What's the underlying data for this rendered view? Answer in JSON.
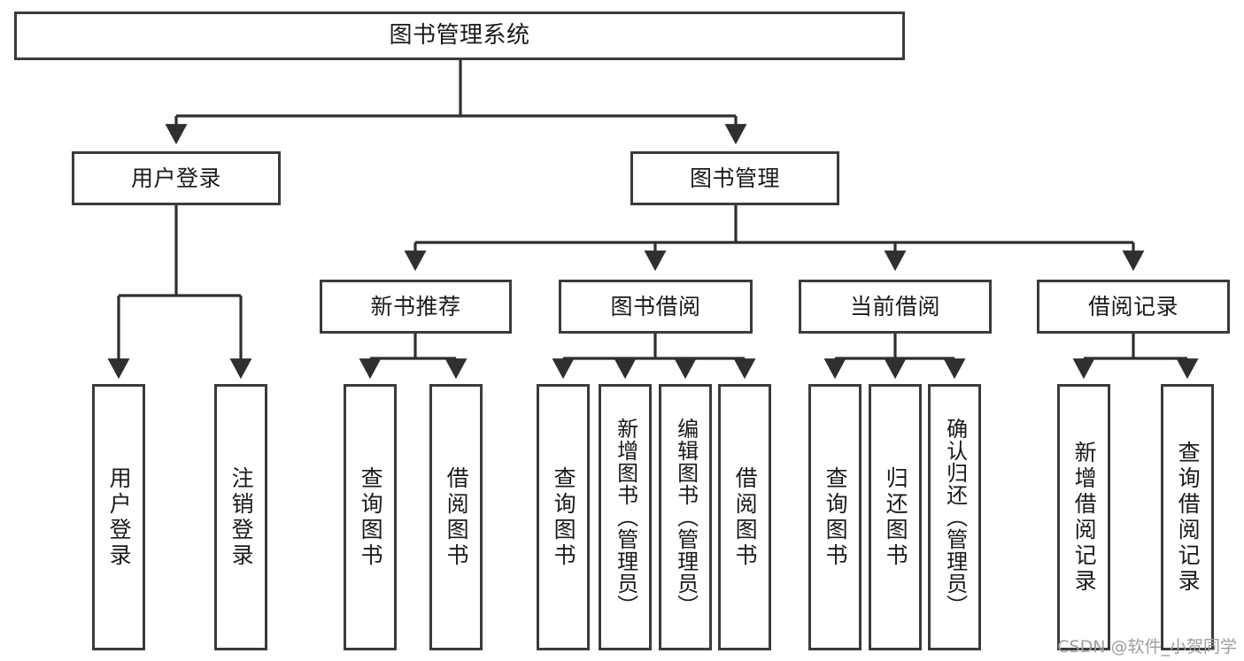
{
  "diagram": {
    "title": "图书管理系统",
    "type": "tree",
    "watermark": "CSDN @软件_小贺同学",
    "stroke_color": "#3b3b3b",
    "text_color": "#1a1a1a",
    "background": "#ffffff"
  },
  "nodes": {
    "root": {
      "label": "图书管理系统"
    },
    "level2": [
      {
        "id": "user-login",
        "label": "用户登录"
      },
      {
        "id": "book-manage",
        "label": "图书管理"
      }
    ],
    "level3": [
      {
        "id": "new-book-recommend",
        "label": "新书推荐"
      },
      {
        "id": "book-borrow",
        "label": "图书借阅"
      },
      {
        "id": "current-borrow",
        "label": "当前借阅"
      },
      {
        "id": "borrow-record",
        "label": "借阅记录"
      }
    ],
    "leaves": {
      "user_login": [
        {
          "id": "leaf-user-login",
          "label": "用户登录"
        },
        {
          "id": "leaf-logout-login",
          "label": "注销登录"
        }
      ],
      "new_book_recommend": [
        {
          "id": "leaf-query-book-1",
          "label": "查询图书"
        },
        {
          "id": "leaf-borrow-book-1",
          "label": "借阅图书"
        }
      ],
      "book_borrow": [
        {
          "id": "leaf-query-book-2",
          "label": "查询图书"
        },
        {
          "id": "leaf-add-book",
          "label": "新增图书（管理员）"
        },
        {
          "id": "leaf-edit-book",
          "label": "编辑图书（管理员）"
        },
        {
          "id": "leaf-borrow-book-2",
          "label": "借阅图书"
        }
      ],
      "current_borrow": [
        {
          "id": "leaf-query-book-3",
          "label": "查询图书"
        },
        {
          "id": "leaf-return-book",
          "label": "归还图书"
        },
        {
          "id": "leaf-confirm-return",
          "label": "确认归还（管理员）"
        }
      ],
      "borrow_record": [
        {
          "id": "leaf-add-record",
          "label": "新增借阅记录"
        },
        {
          "id": "leaf-query-record",
          "label": "查询借阅记录"
        }
      ]
    }
  }
}
